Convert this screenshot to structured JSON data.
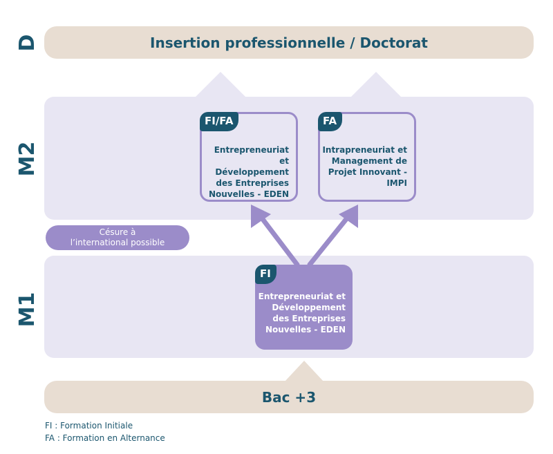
{
  "levels": {
    "d": "D",
    "m2": "M2",
    "m1": "M1"
  },
  "top_band": {
    "label": "Insertion professionnelle / Doctorat"
  },
  "bottom_band": {
    "label": "Bac +3"
  },
  "cesure": {
    "label": "Césure à\nl’international possible"
  },
  "m2_programs": [
    {
      "tag": "FI/FA",
      "title": "Entrepreneuriat et\nDéveloppement\ndes Entreprises\nNouvelles - EDEN"
    },
    {
      "tag": "FA",
      "title": "Intrapreneuriat et\nManagement de\nProjet Innovant -\nIMPI"
    }
  ],
  "m1_program": {
    "tag": "FI",
    "title": "Entrepreneuriat et\nDéveloppement\ndes Entreprises\nNouvelles - EDEN"
  },
  "legend": [
    "FI : Formation Initiale",
    "FA : Formation en Alternance"
  ],
  "colors": {
    "teal": "#1b566e",
    "lavender": "#9b8cc9",
    "lavender_light": "#e8e6f3",
    "beige": "#e8ddd2"
  }
}
